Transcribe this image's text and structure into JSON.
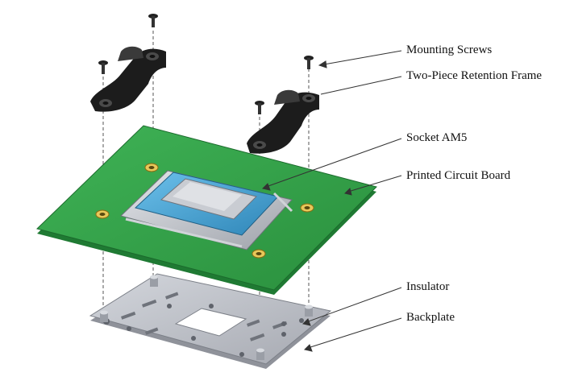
{
  "labels": {
    "mounting_screws": "Mounting Screws",
    "retention_frame": "Two-Piece Retention Frame",
    "socket": "Socket AM5",
    "pcb": "Printed Circuit Board",
    "insulator": "Insulator",
    "backplate": "Backplate"
  },
  "colors": {
    "pcb_green": "#2f9e44",
    "pcb_dark": "#1f7a33",
    "socket_blue": "#4aa3d6",
    "frame_black": "#1c1c1c",
    "backplate_gray": "#b9bcc4",
    "gold_pad": "#e8c85a"
  }
}
